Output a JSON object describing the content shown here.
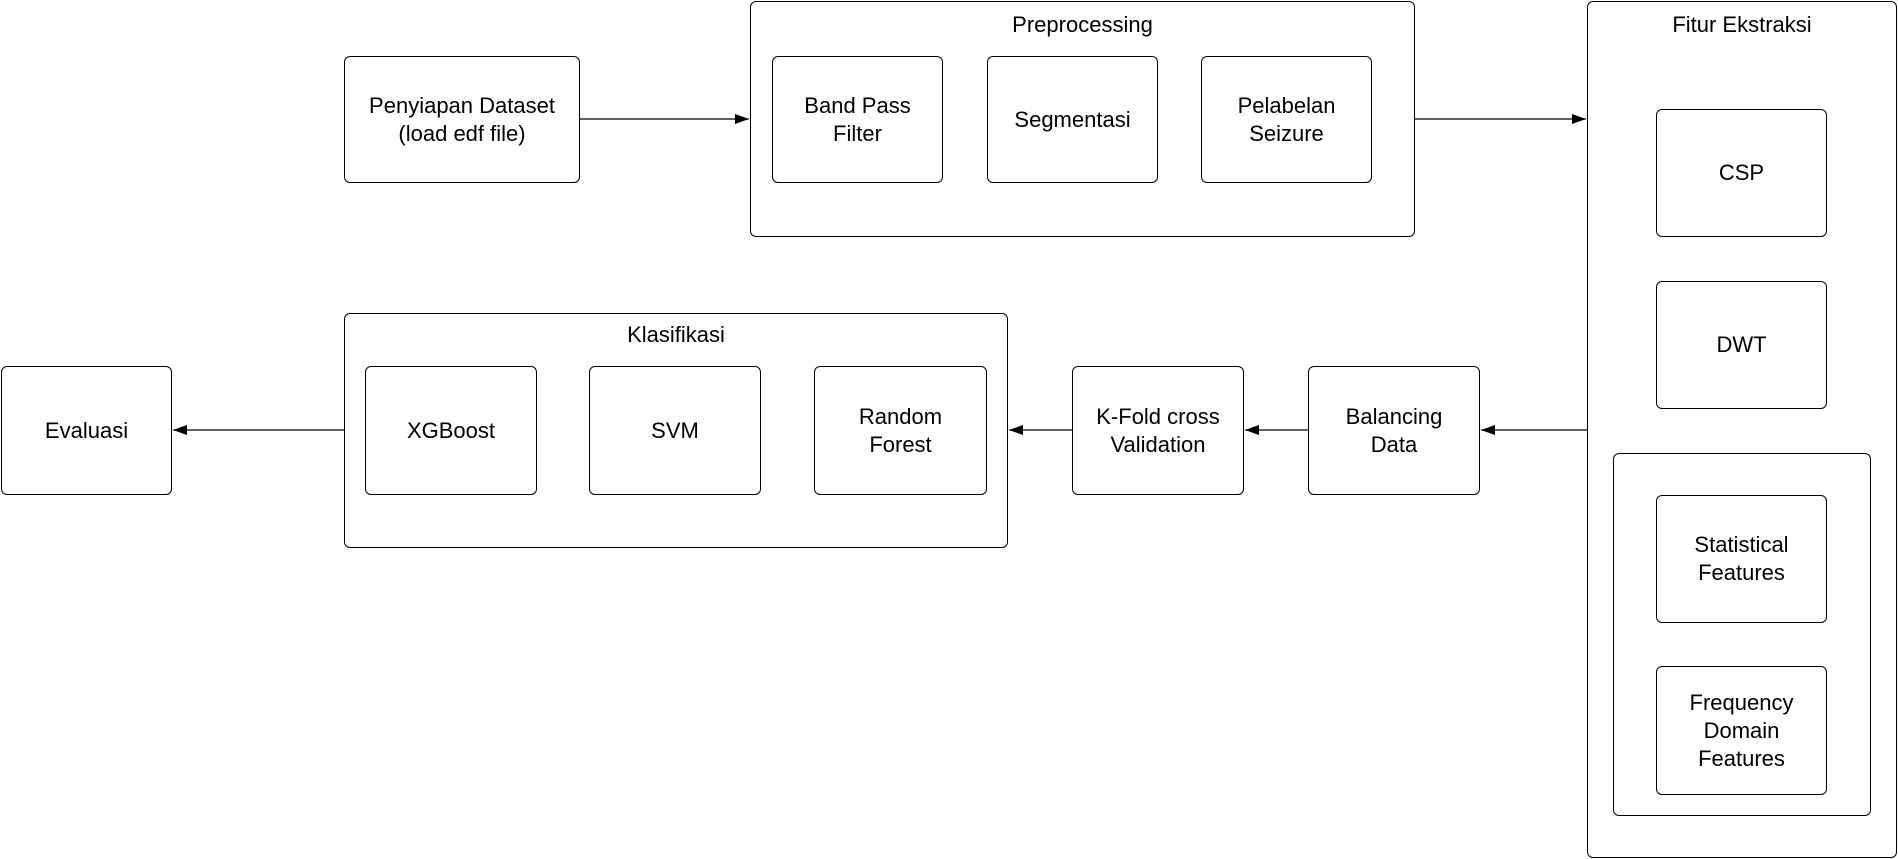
{
  "nodes": {
    "dataset": "Penyiapan Dataset\n(load edf file)",
    "evaluasi": "Evaluasi",
    "kfold": "K-Fold cross\nValidation",
    "balancing": "Balancing\nData"
  },
  "groups": {
    "preprocessing": {
      "title": "Preprocessing",
      "items": [
        "Band Pass\nFilter",
        "Segmentasi",
        "Pelabelan\nSeizure"
      ]
    },
    "fitur": {
      "title": "Fitur Ekstraksi",
      "items": [
        "CSP",
        "DWT"
      ],
      "subgroup": [
        "Statistical\nFeatures",
        "Frequency\nDomain\nFeatures"
      ]
    },
    "klasifikasi": {
      "title": "Klasifikasi",
      "items": [
        "XGBoost",
        "SVM",
        "Random\nForest"
      ]
    }
  },
  "edges": [
    {
      "from": "dataset",
      "to": "preprocessing"
    },
    {
      "from": "preprocessing",
      "to": "fitur"
    },
    {
      "from": "fitur",
      "to": "balancing"
    },
    {
      "from": "balancing",
      "to": "kfold"
    },
    {
      "from": "kfold",
      "to": "klasifikasi"
    },
    {
      "from": "klasifikasi",
      "to": "evaluasi"
    }
  ]
}
